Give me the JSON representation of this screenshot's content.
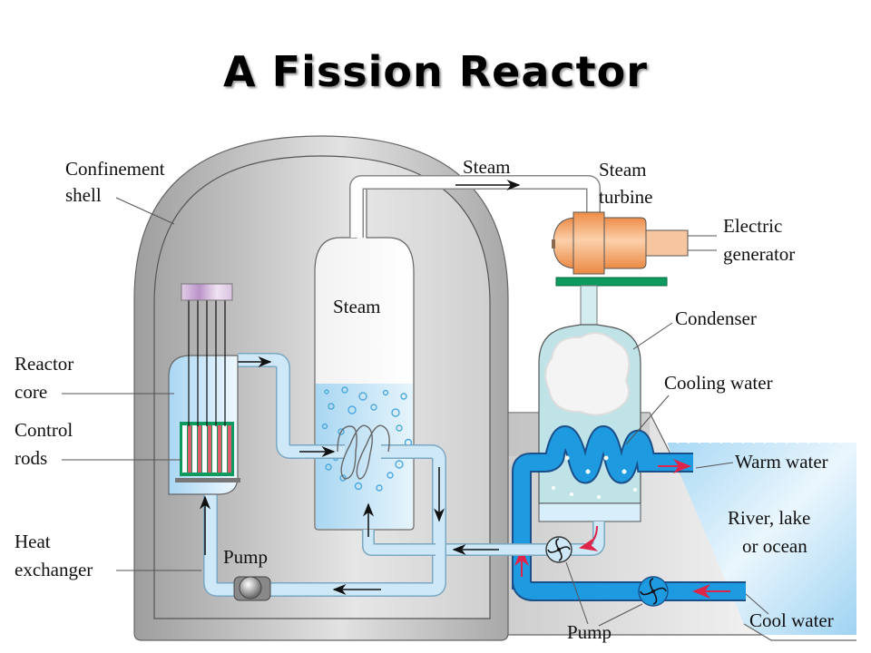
{
  "title": "A Fission Reactor",
  "labels": {
    "confinement_shell": [
      "Confinement",
      "shell"
    ],
    "steam_pipe": "Steam",
    "steam_turbine": [
      "Steam",
      "turbine"
    ],
    "electric_generator": [
      "Electric",
      "generator"
    ],
    "steam_chamber": "Steam",
    "condenser": "Condenser",
    "reactor_core": [
      "Reactor",
      "core"
    ],
    "control_rods": [
      "Control",
      "rods"
    ],
    "cooling_water": "Cooling water",
    "warm_water": "Warm water",
    "water_body": [
      "River, lake",
      "or ocean"
    ],
    "heat_exchanger": [
      "Heat",
      "exchanger"
    ],
    "primary_pump": "Pump",
    "secondary_pump": "Pump",
    "cool_water": "Cool water"
  },
  "colors": {
    "shell_gray": "#b8b8b8",
    "pipe_light_blue": "#cfe8f7",
    "cooling_blue": "#1e9be0",
    "turbine_orange": "#f2a064",
    "base_green": "#0d9a5e",
    "rod_red": "#e05a6a",
    "flow_arrow_red": "#e0254a",
    "control_drive_purple": "#c9a9d6"
  }
}
